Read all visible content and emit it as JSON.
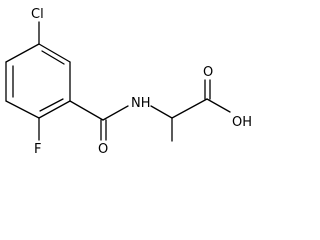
{
  "molecule": {
    "atoms": {
      "chlorine": "Cl",
      "fluorine": "F",
      "carbonyl_oxygen": "O",
      "amide_nitrogen": "NH",
      "acid_carbonyl_oxygen": "O",
      "acid_hydroxyl": "OH"
    }
  }
}
